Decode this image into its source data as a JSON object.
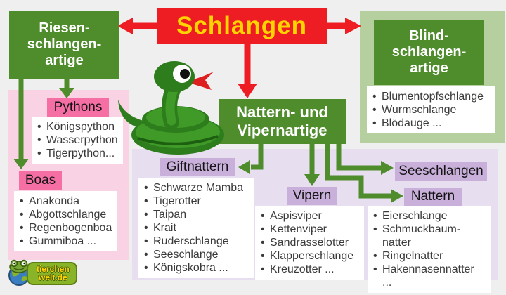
{
  "title": {
    "text": "Schlangen"
  },
  "colors": {
    "background": "#f0efef",
    "red": "#ee1c23",
    "yellow": "#ffd400",
    "green_box": "#4f8c2c",
    "panel_light_green": "#b5cf9e",
    "panel_pink": "#f9d3e4",
    "label_pink": "#f56fa5",
    "panel_purple": "#e7def0",
    "label_purple": "#c9b0da",
    "list_text": "#3a3a3a"
  },
  "diagram": {
    "riesen": {
      "heading": "Riesen-\nschlangen-\nartige"
    },
    "pythons": {
      "label": "Pythons",
      "items": [
        "Königspython",
        "Wasserpython",
        "Tigerpython..."
      ]
    },
    "boas": {
      "label": "Boas",
      "items": [
        "Anakonda",
        "Abgottschlange",
        "Regenbogenboa",
        "Gummiboa ..."
      ]
    },
    "blind": {
      "heading": "Blind-\nschlangen-\nartige",
      "items": [
        "Blumentopfschlange",
        "Wurmschlange",
        "Blödauge ..."
      ]
    },
    "nattern_vipern": {
      "heading": "Nattern- und\nVipernartige"
    },
    "giftnattern": {
      "label": "Giftnattern",
      "items": [
        "Schwarze Mamba",
        "Tigerotter",
        "Taipan",
        "Krait",
        "Ruderschlange",
        "Seeschlange",
        "Königskobra ..."
      ]
    },
    "vipern": {
      "label": "Vipern",
      "items": [
        "Aspisviper",
        "Kettenviper",
        "Sandrasselotter",
        "Klapperschlange",
        "Kreuzotter ..."
      ]
    },
    "seeschlangen": {
      "label": "Seeschlangen"
    },
    "nattern": {
      "label": "Nattern",
      "items": [
        "Eierschlange",
        "Schmuckbaum-\nnatter",
        "Ringelnatter",
        "Hakennasennatter ..."
      ]
    }
  },
  "logo": {
    "line1": "tierchen",
    "line2": "welt.de"
  },
  "icons": {
    "snake": "cartoon-snake-illustration",
    "frog": "frog-globe-logo-icon"
  }
}
